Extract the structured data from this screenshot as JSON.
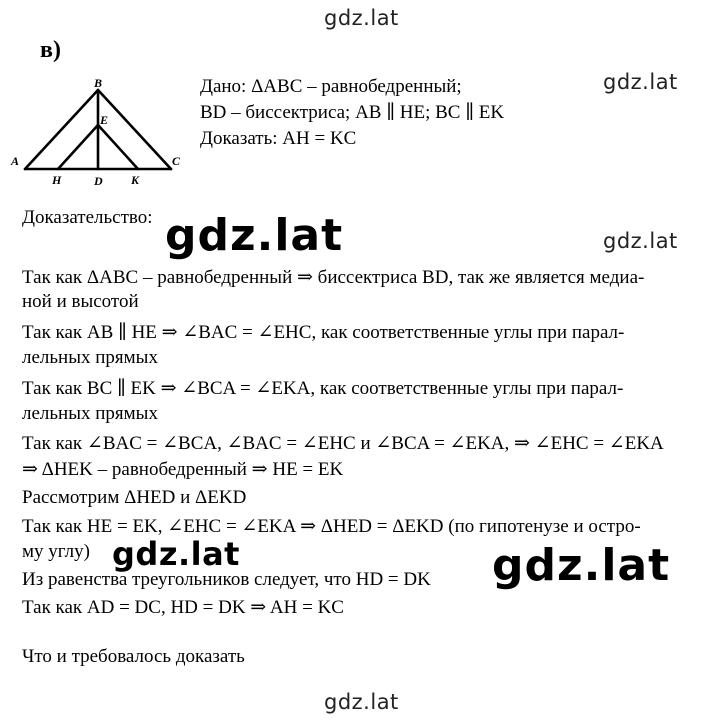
{
  "watermarks": {
    "top": "gdz.lat",
    "right_upper": "gdz.lat",
    "big_middle": "gdz.lat",
    "right_middle": "gdz.lat",
    "big_lower_left": "gdz.lat",
    "big_lower_right": "gdz.lat",
    "bottom": "gdz.lat"
  },
  "part_label": "в)",
  "figure": {
    "labels": {
      "A": "A",
      "B": "B",
      "C": "C",
      "D": "D",
      "E": "E",
      "H": "H",
      "K": "K"
    }
  },
  "given": [
    "Дано: ΔABC – равнобедренный;",
    "BD – биссектриса; AB ∥ HE; BC ∥ EK",
    "Доказать: AH = KC"
  ],
  "proof_heading": "Доказательство:",
  "proof_lines": [
    "Так как ΔABC – равнобедренный ⇒ биссектриса BD, так же является медиа-",
    "ной и высотой",
    "Так как AB ∥ HE ⇒ ∠BAC = ∠EHC, как соответственные углы  при парал-",
    "лельных прямых",
    "Так как BC ∥ EK ⇒ ∠BCA = ∠EKA, как соответственные углы  при парал-",
    "лельных прямых",
    "Так как ∠BAC = ∠BCA, ∠BAC = ∠EHC и ∠BCA = ∠EKA, ⇒ ∠EHC = ∠EKA",
    "⇒ ΔHEK – равнобедренный ⇒ HE = EK",
    "Рассмотрим ΔHED и ΔEKD",
    "Так как  HE = EK, ∠EHC = ∠EKA ⇒ ΔHED = ΔEKD (по гипотенузе и остро-",
    "му углу)",
    "Из равенства треугольников следует, что HD = DK",
    "Так как AD = DC, HD = DK ⇒ AH = KC"
  ],
  "conclusion": "Что и требовалось доказать"
}
